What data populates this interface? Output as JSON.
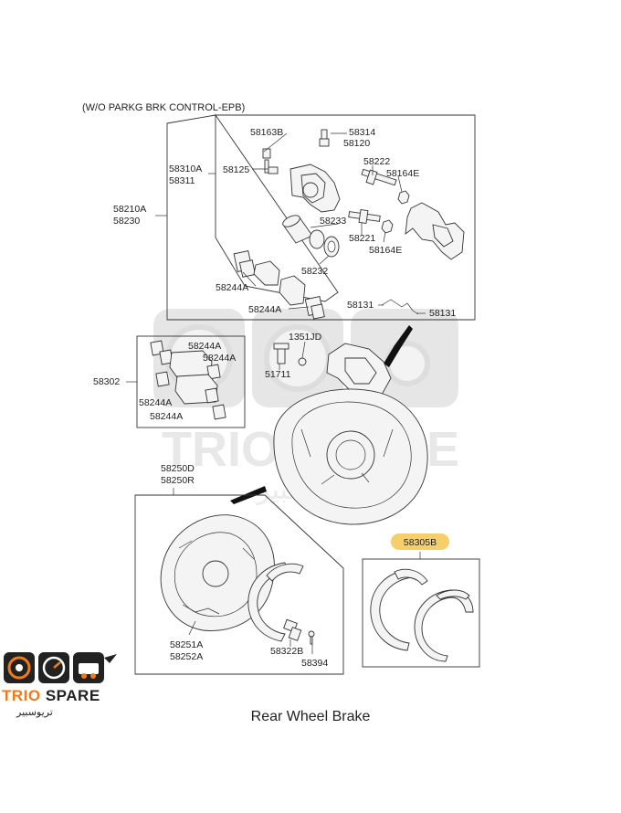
{
  "header": "(W/O PARKG BRK CONTROL-EPB)",
  "caption": "Rear Wheel Brake",
  "watermark": {
    "text": "TRIO SPARE",
    "arabic": "تريو سبير"
  },
  "brand": {
    "name_a": "TRIO",
    "name_b": "SPARE",
    "arabic": "تريوسبير",
    "accent": "#f07a1a"
  },
  "highlight_color": "#f7cf6a",
  "labels": {
    "p58163B": "58163B",
    "p58314": "58314",
    "p58120": "58120",
    "p58310A": "58310A",
    "p58311": "58311",
    "p58125": "58125",
    "p58222": "58222",
    "p58164E_1": "58164E",
    "p58210A": "58210A",
    "p58230": "58230",
    "p58233": "58233",
    "p58221": "58221",
    "p58164E_2": "58164E",
    "p58232": "58232",
    "p58244A_1": "58244A",
    "p58244A_2": "58244A",
    "p58131_1": "58131",
    "p58131_2": "58131",
    "p1351JD": "1351JD",
    "p51711": "51711",
    "p58302": "58302",
    "p58244A_3": "58244A",
    "p58244A_4": "58244A",
    "p58244A_5": "58244A",
    "p58244A_6": "58244A",
    "p58250D": "58250D",
    "p58250R": "58250R",
    "p58305B": "58305B",
    "p58251A": "58251A",
    "p58252A": "58252A",
    "p58322B": "58322B",
    "p58394": "58394"
  }
}
